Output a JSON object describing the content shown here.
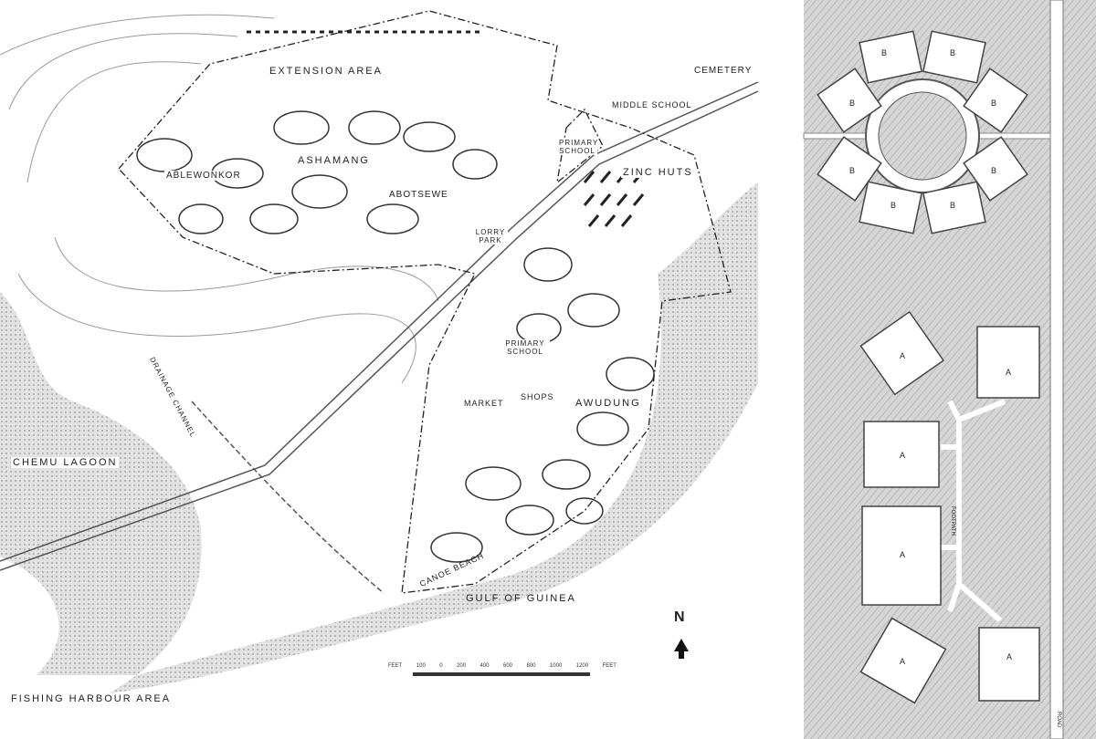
{
  "map": {
    "labels": {
      "extension_area": "EXTENSION AREA",
      "cemetery": "CEMETERY",
      "middle_school": "MIDDLE SCHOOL",
      "primary_school_north": "PRIMARY SCHOOL",
      "zinc_huts": "ZINC HUTS",
      "ashamang": "ASHAMANG",
      "ablewonkor": "ABLEWONKOR",
      "abotsewe": "ABOTSEWE",
      "lorry_park": "LORRY PARK",
      "primary_school_south": "PRIMARY SCHOOL",
      "market": "MARKET",
      "shops": "SHOPS",
      "awudung": "AWUDUNG",
      "chemu_lagoon": "CHEMU LAGOON",
      "drainage_channel": "DRAINAGE CHANNEL",
      "canoe_beach": "CANOE BEACH",
      "gulf_of_guinea": "GULF OF GUINEA",
      "fishing_harbour": "FISHING HARBOUR AREA"
    },
    "north_arrow": "N",
    "scale_bar": {
      "unit_left": "FEET",
      "ticks": [
        "100",
        "0",
        "200",
        "400",
        "600",
        "800",
        "1000",
        "1200"
      ],
      "unit_right": "FEET"
    }
  },
  "detail_plan": {
    "house_type_b": "B",
    "house_type_a": "A",
    "footpath": "FOOTPATH",
    "road": "ROAD"
  }
}
